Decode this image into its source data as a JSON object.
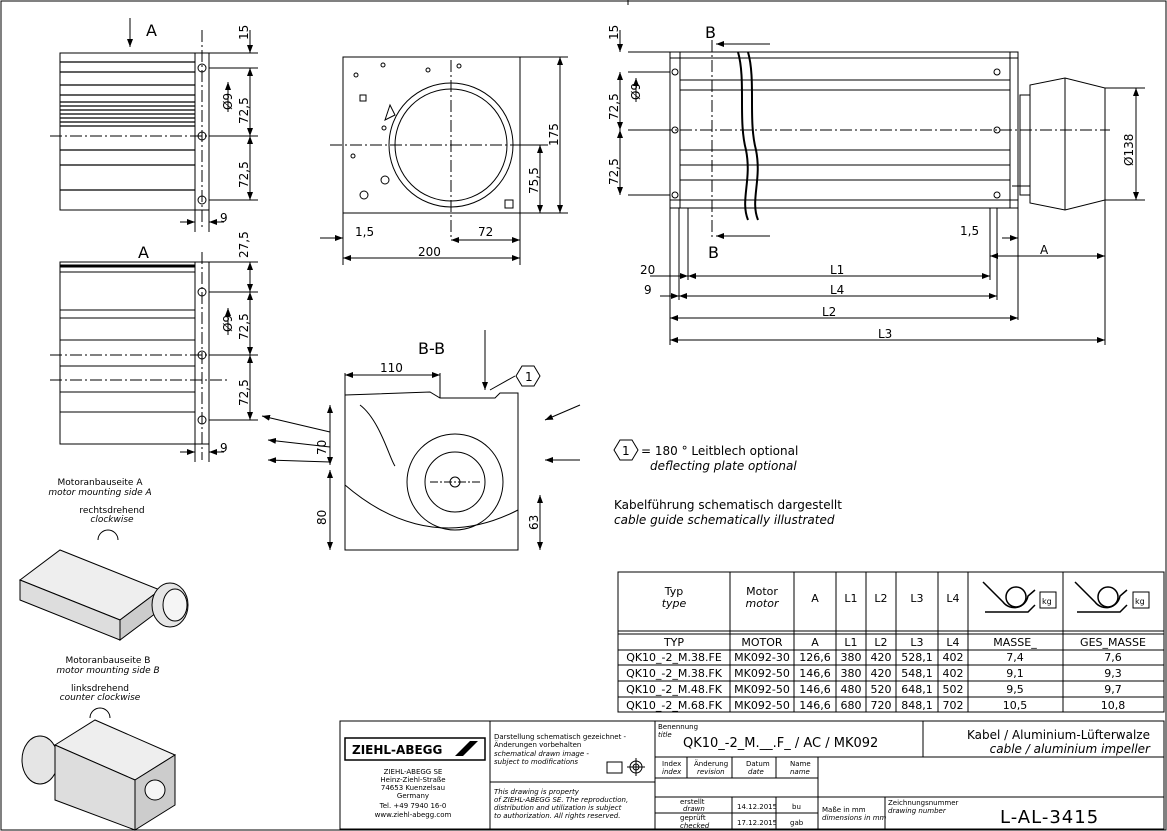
{
  "drawing": {
    "views": {
      "side_a_top_label": "A",
      "side_a_label": "A",
      "section_label": "B-B",
      "cut_label_top": "B",
      "cut_label_bottom": "B",
      "callout_number": "1"
    },
    "dimensions": {
      "side_top": {
        "d15": "15",
        "d72_5_a": "72,5",
        "dia9": "Ø9",
        "d72_5_b": "72,5",
        "d9": "9"
      },
      "side_bottom": {
        "d27_5": "27,5",
        "dia9": "Ø9",
        "d72_5_a": "72,5",
        "d72_5_b": "72,5",
        "d9": "9"
      },
      "front": {
        "d175": "175",
        "d75_5": "75,5",
        "d1_5": "1,5",
        "d72": "72",
        "d200": "200"
      },
      "section": {
        "d110": "110",
        "d70": "70",
        "d80": "80",
        "d63": "63"
      },
      "main": {
        "d15": "15",
        "dia9": "Ø9",
        "d72_5_a": "72,5",
        "d72_5_b": "72,5",
        "dia138": "Ø138",
        "d1_5": "1,5",
        "A": "A",
        "d20": "20",
        "d9": "9",
        "L1": "L1",
        "L4": "L4",
        "L2": "L2",
        "L3": "L3"
      }
    },
    "notes": {
      "deflector_de": "= 180 ° Leitblech optional",
      "deflector_en": "deflecting plate optional",
      "cable_de": "Kabelführung schematisch dargestellt",
      "cable_en": "cable guide schematically illustrated",
      "mount_a_de": "Motoranbauseite A",
      "mount_a_en": "motor mounting side A",
      "rot_a_de": "rechtsdrehend",
      "rot_a_en": "clockwise",
      "mount_b_de": "Motoranbauseite B",
      "mount_b_en": "motor mounting side B",
      "rot_b_de": "linksdrehend",
      "rot_b_en": "counter clockwise"
    }
  },
  "table": {
    "header_top": [
      {
        "de": "Typ",
        "en": "type"
      },
      {
        "de": "Motor",
        "en": "motor"
      },
      {
        "de": "A",
        "en": ""
      },
      {
        "de": "L1",
        "en": ""
      },
      {
        "de": "L2",
        "en": ""
      },
      {
        "de": "L3",
        "en": ""
      },
      {
        "de": "L4",
        "en": ""
      }
    ],
    "header_weight_unit": "kg",
    "columns": [
      "TYP",
      "MOTOR",
      "A",
      "L1",
      "L2",
      "L3",
      "L4",
      "MASSE_",
      "GES_MASSE"
    ],
    "rows": [
      [
        "QK10_-2_M.38.FE",
        "MK092-30",
        "126,6",
        "380",
        "420",
        "528,1",
        "402",
        "7,4",
        "7,6"
      ],
      [
        "QK10_-2_M.38.FK",
        "MK092-50",
        "146,6",
        "380",
        "420",
        "548,1",
        "402",
        "9,1",
        "9,3"
      ],
      [
        "QK10_-2_M.48.FK",
        "MK092-50",
        "146,6",
        "480",
        "520",
        "648,1",
        "502",
        "9,5",
        "9,7"
      ],
      [
        "QK10_-2_M.68.FK",
        "MK092-50",
        "146,6",
        "680",
        "720",
        "848,1",
        "702",
        "10,5",
        "10,8"
      ]
    ]
  },
  "title_block": {
    "logo": "ZIEHL-ABEGG",
    "company_lines": [
      "ZIEHL-ABEGG SE",
      "Heinz-Ziehl-Straße",
      "74653 Kuenzelsau",
      "Germany",
      "Tel. +49 7940 16-0",
      "www.ziehl-abegg.com"
    ],
    "disclaimer_lines": [
      "Darstellung schematisch gezeichnet -",
      "Änderungen vorbehalten",
      "schematical drawn image -",
      "subject to modifications"
    ],
    "property_lines": [
      "This drawing is property",
      "of ZIEHL-ABEGG SE. The reproduction,",
      "distribution and utilization is subject",
      "to authorization. All rights reserved."
    ],
    "benennung_label": "Benennung",
    "title_label": "title",
    "title_value": "QK10_-2_M.__.F_ / AC / MK092",
    "desc_de": "Kabel / Aluminium-Lüfterwalze",
    "desc_en": "cable / aluminium impeller",
    "index_de": "Index",
    "index_en": "index",
    "aenderung_de": "Änderung",
    "aenderung_en": "revision",
    "datum_de": "Datum",
    "datum_en": "date",
    "name_de": "Name",
    "name_en": "name",
    "erstellt_de": "erstellt",
    "erstellt_en": "drawn",
    "erstellt_date": "14.12.2015",
    "erstellt_name": "bu",
    "geprueft_de": "geprüft",
    "geprueft_en": "checked",
    "geprueft_date": "17.12.2015",
    "geprueft_name": "gab",
    "mass_de": "Maße in mm",
    "mass_en": "dimensions in mm",
    "zeichnungsnummer_de": "Zeichnungsnummer",
    "zeichnungsnummer_en": "drawing number",
    "drawing_number": "L-AL-3415"
  }
}
